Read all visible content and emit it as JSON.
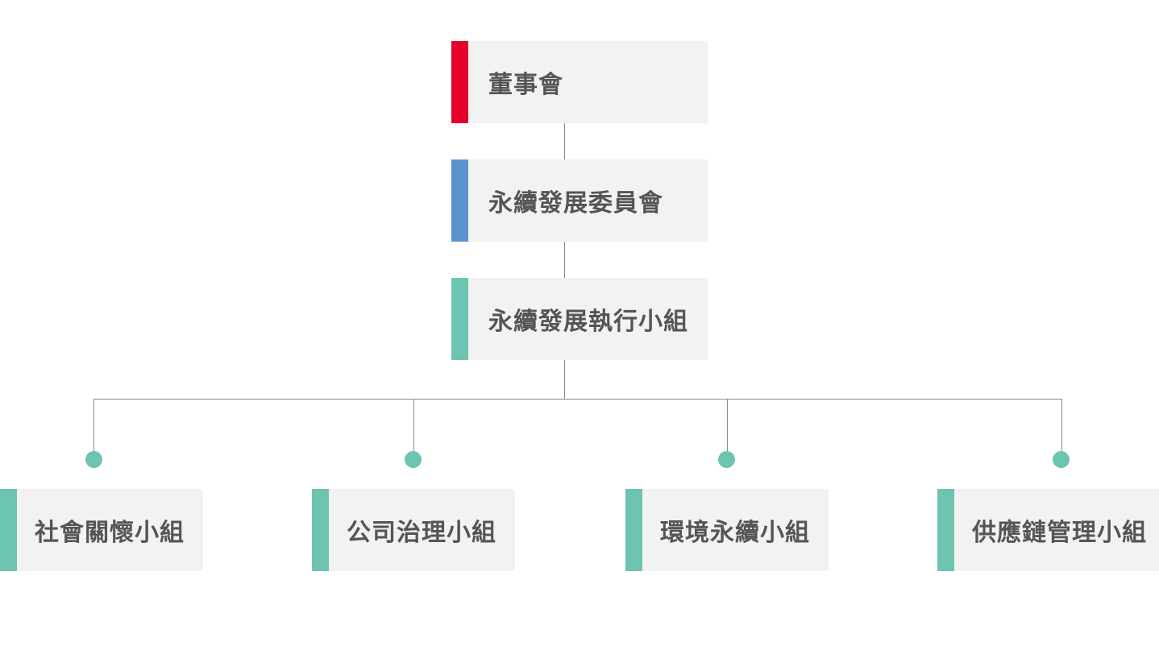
{
  "colors": {
    "board": "#e4002b",
    "committee": "#5b93d1",
    "team": "#6cc4b1",
    "box_bg": "#f2f2f2",
    "connector": "#8a8a8a",
    "text": "#555555"
  },
  "org": {
    "board": {
      "label": "董事會"
    },
    "committee": {
      "label": "永續發展委員會"
    },
    "exec_team": {
      "label": "永續發展執行小組"
    },
    "subgroups": [
      {
        "label": "社會關懷小組"
      },
      {
        "label": "公司治理小組"
      },
      {
        "label": "環境永續小組"
      },
      {
        "label": "供應鏈管理小組"
      }
    ]
  }
}
